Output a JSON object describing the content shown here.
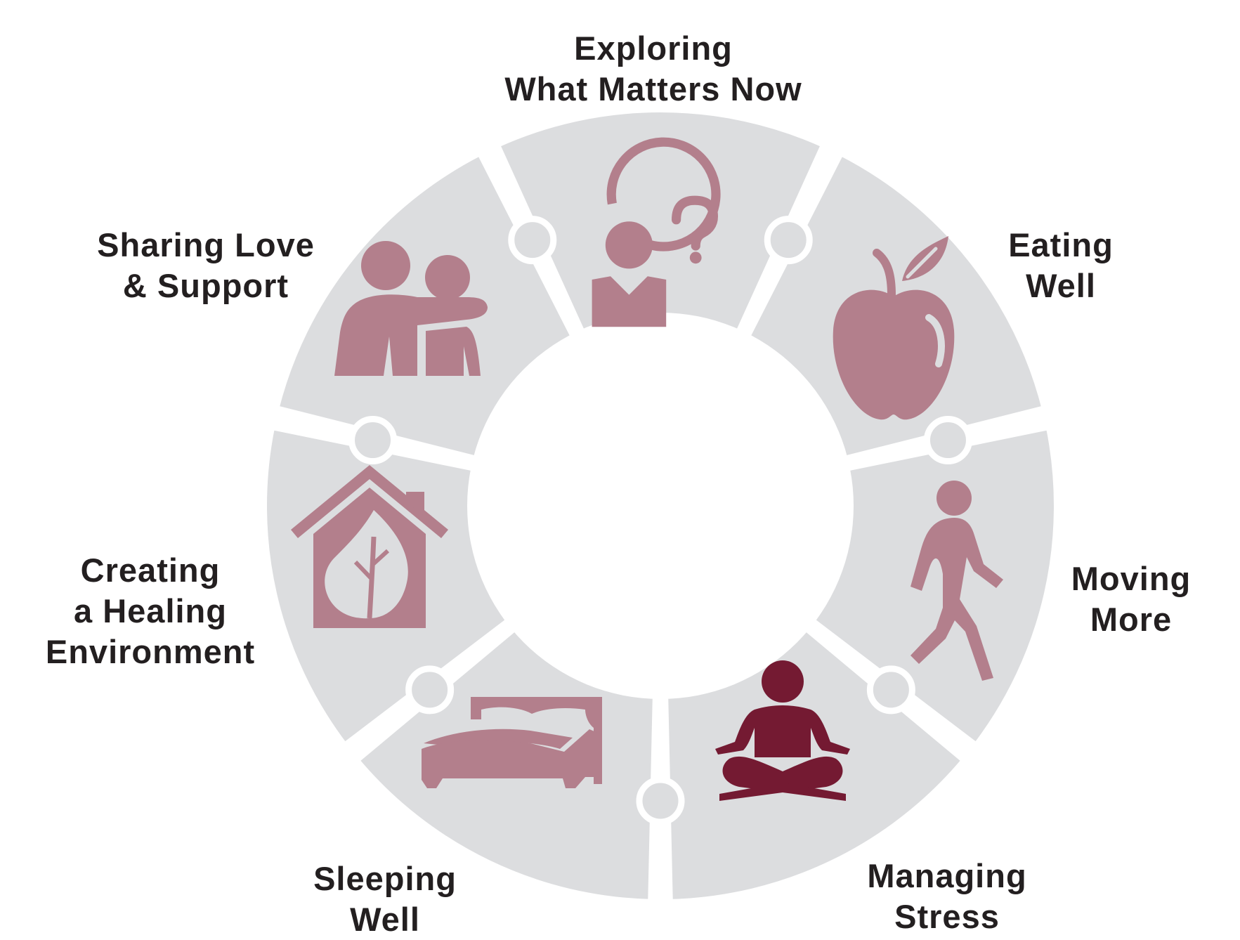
{
  "colors": {
    "segment_fill": "#dcdddf",
    "icon_primary": "#b37f8c",
    "icon_highlight": "#741a32",
    "label_text": "#231f20",
    "background": "#ffffff"
  },
  "segments": [
    {
      "id": "exploring",
      "label_lines": [
        "Exploring",
        "What Matters Now"
      ],
      "icon": "person-question-icon",
      "highlighted": false
    },
    {
      "id": "eating",
      "label_lines": [
        "Eating",
        "Well"
      ],
      "icon": "apple-icon",
      "highlighted": false
    },
    {
      "id": "moving",
      "label_lines": [
        "Moving",
        "More"
      ],
      "icon": "walking-person-icon",
      "highlighted": false
    },
    {
      "id": "managing",
      "label_lines": [
        "Managing",
        "Stress"
      ],
      "icon": "meditation-icon",
      "highlighted": true
    },
    {
      "id": "sleeping",
      "label_lines": [
        "Sleeping",
        "Well"
      ],
      "icon": "bed-icon",
      "highlighted": false
    },
    {
      "id": "creating",
      "label_lines": [
        "Creating",
        "a Healing",
        "Environment"
      ],
      "icon": "house-leaf-icon",
      "highlighted": false
    },
    {
      "id": "sharing",
      "label_lines": [
        "Sharing Love",
        "& Support"
      ],
      "icon": "embracing-people-icon",
      "highlighted": false
    }
  ]
}
